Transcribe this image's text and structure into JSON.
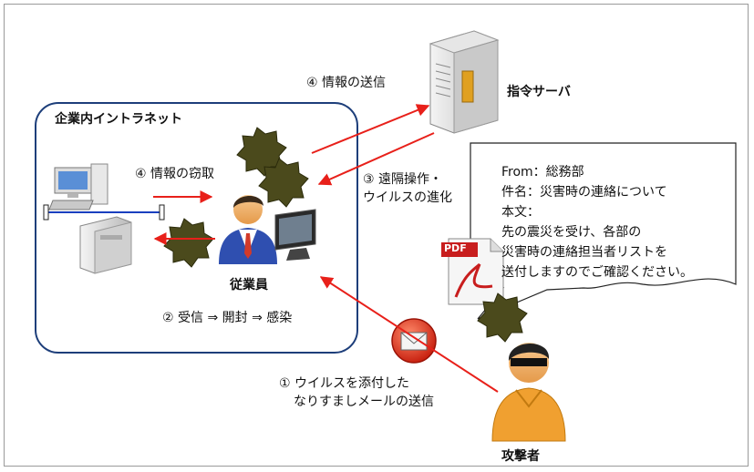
{
  "labels": {
    "intranet": "企業内イントラネット",
    "server": "指令サーバ",
    "employee": "従業員",
    "attacker": "攻撃者",
    "send_info": "④ 情報の送信",
    "steal_info": "④ 情報の窃取",
    "remote_1": "③ 遠隔操作・",
    "remote_2": "ウイルスの進化",
    "receive": "② 受信 ⇒ 開封 ⇒ 感染",
    "send_mail_1": "① ウイルスを添付した",
    "send_mail_2": "なりすましメールの送信"
  },
  "mail": {
    "from": "From：総務部",
    "subject": "件名：災害時の連絡について",
    "body_label": "本文：",
    "body_1": "先の震災を受け、各部の",
    "body_2": "災害時の連絡担当者リストを",
    "body_3": "送付しますのでご確認ください。"
  },
  "pdf_label": "PDF",
  "colors": {
    "arrow": "#e8201a",
    "intranet_border": "#1d3e7a",
    "virus": "#4b4a1c"
  }
}
